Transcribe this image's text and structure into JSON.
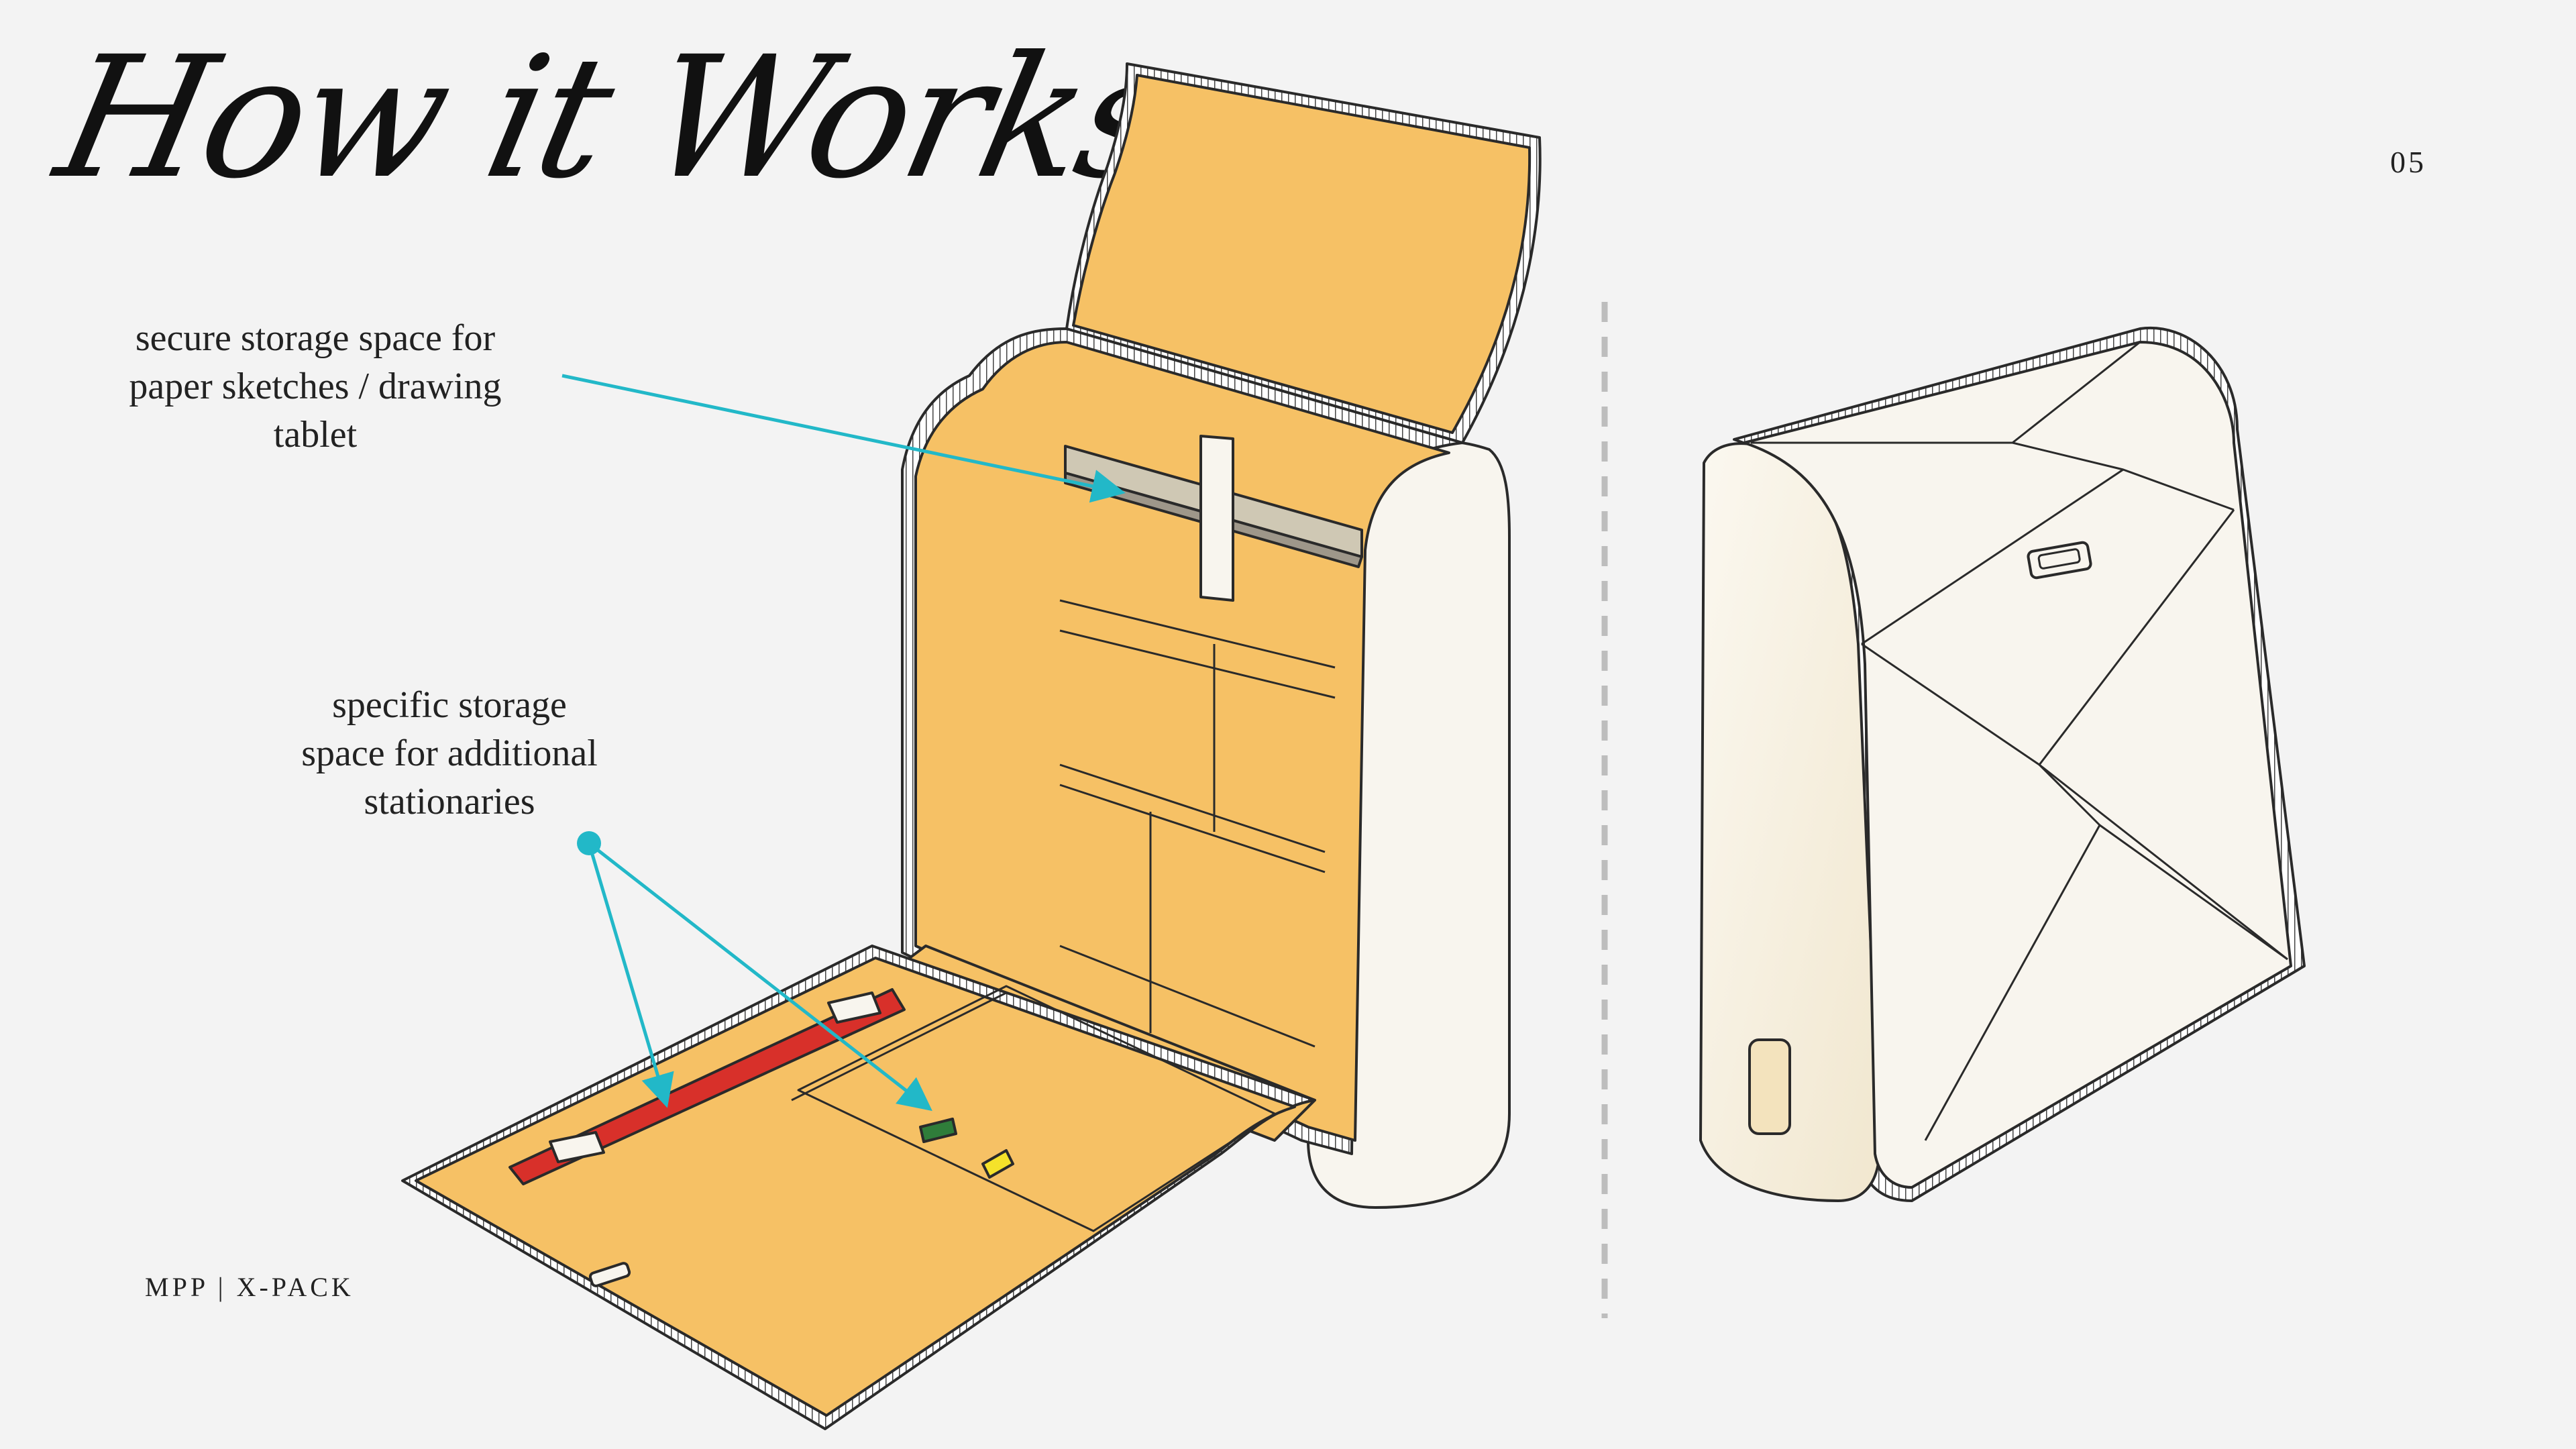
{
  "slide": {
    "title": "How it Works",
    "page_number": "05",
    "footer": "MPP | X-PACK"
  },
  "callouts": [
    {
      "text": "secure storage space for\npaper sketches / drawing\ntablet"
    },
    {
      "text": "specific storage\nspace for additional\nstationaries"
    }
  ],
  "colors": {
    "interior": "#f6c165",
    "shell": "#f8f5ee",
    "outline": "#2a2a2a",
    "callout_line": "#22b8c8",
    "strap": "#d8302a",
    "divider": "#bdbdbd"
  },
  "icons": [
    "slider-track-icon",
    "pen-icon",
    "marker-icon",
    "handle-icon",
    "buckle-icon"
  ]
}
